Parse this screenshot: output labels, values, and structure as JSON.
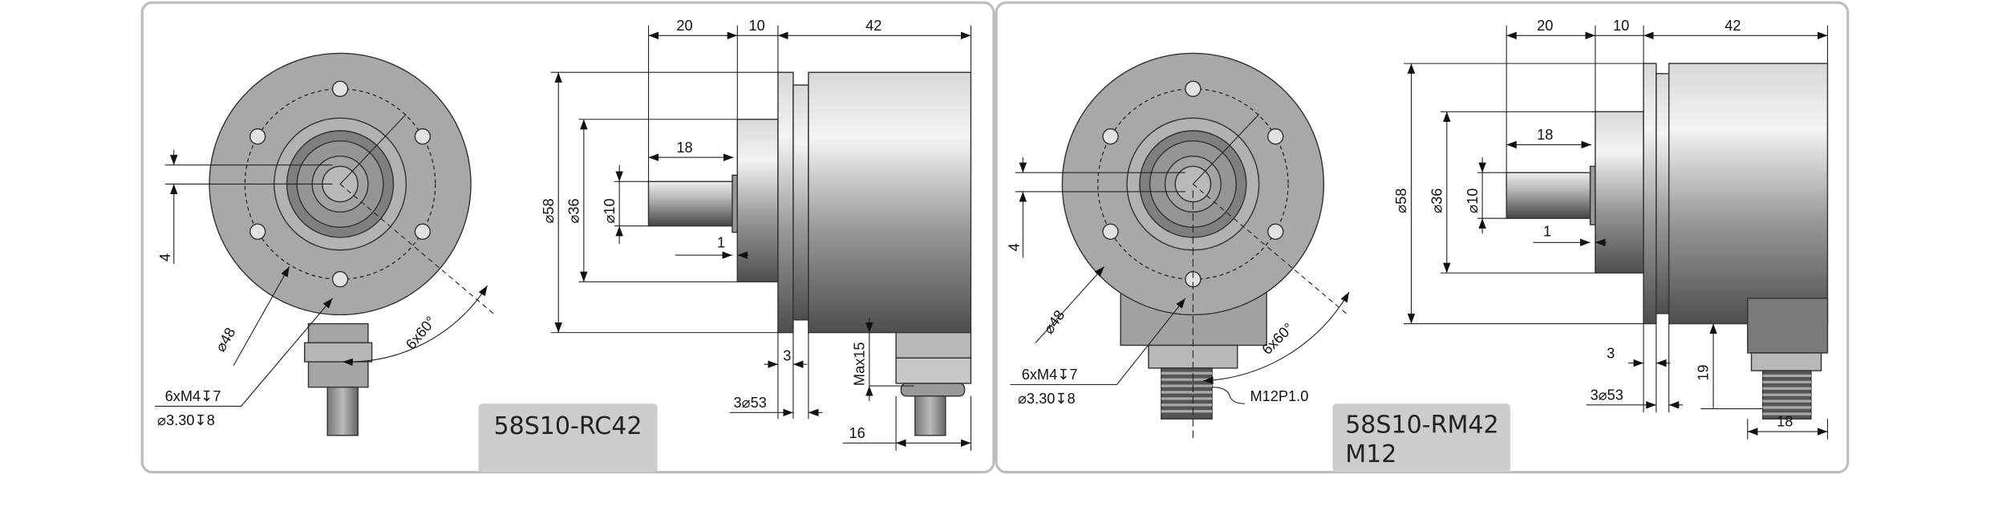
{
  "panels": [
    {
      "model_label": "58S10-RC42",
      "front_view": {
        "offset_dim": "4",
        "bolt_circle": "⌀48",
        "hole_angle": "6x60°",
        "thread_spec": "6xM4↧7",
        "hole_spec": "⌀3.30↧8"
      },
      "side_view": {
        "shaft_length": "20",
        "pilot_length": "10",
        "body_length": "42",
        "shaft_fit_length": "18",
        "body_diameter": "⌀58",
        "pilot_diameter": "⌀36",
        "shaft_diameter": "⌀10",
        "shoulder": "1",
        "flange_thickness": "3",
        "flange_spec": "3⌀53",
        "gland_max": "Max15",
        "gland_width": "16"
      }
    },
    {
      "model_label": "58S10-RM42",
      "model_sublabel": "M12",
      "front_view": {
        "offset_dim": "4",
        "bolt_circle": "⌀48",
        "hole_angle": "6x60°",
        "thread_spec": "6xM4↧7",
        "hole_spec": "⌀3.30↧8",
        "connector_thread": "M12P1.0"
      },
      "side_view": {
        "shaft_length": "20",
        "pilot_length": "10",
        "body_length": "42",
        "shaft_fit_length": "18",
        "body_diameter": "⌀58",
        "pilot_diameter": "⌀36",
        "shaft_diameter": "⌀10",
        "shoulder": "1",
        "flange_thickness": "3",
        "flange_spec": "3⌀53",
        "connector_height": "19",
        "connector_width": "18"
      }
    }
  ]
}
